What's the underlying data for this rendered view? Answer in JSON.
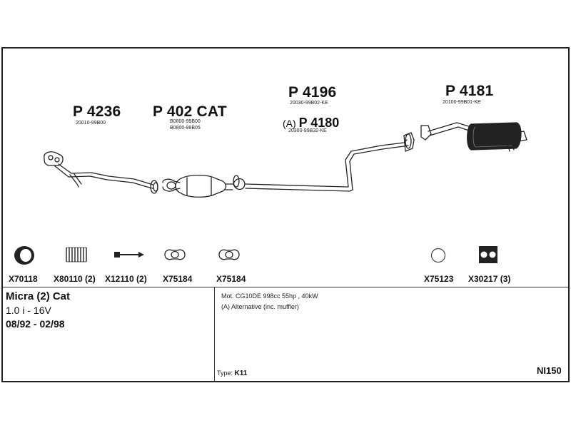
{
  "parts": [
    {
      "id": "P 4236",
      "oem": [
        "20010-99B00"
      ]
    },
    {
      "id": "P 402 CAT",
      "oem": [
        "B0800-99B00",
        "B0800-99B05"
      ]
    },
    {
      "id": "P 4196",
      "oem": [
        "20030-99B02-KE"
      ]
    },
    {
      "id": "P 4180",
      "prefix": "(A)",
      "oem": [
        "20300-99B32-KE"
      ]
    },
    {
      "id": "P 4181",
      "oem": [
        "20100-99B01-KE"
      ]
    }
  ],
  "accessories": [
    {
      "code": "X70118",
      "icon": "clamp-ring-icon"
    },
    {
      "code": "X80110 (2)",
      "icon": "spring-icon"
    },
    {
      "code": "X12110 (2)",
      "icon": "bolt-icon"
    },
    {
      "code": "X75184",
      "icon": "flange-gasket-icon"
    },
    {
      "code": "X75184",
      "icon": "flange-gasket-icon"
    },
    {
      "code": "X75123",
      "icon": "ring-gasket-icon"
    },
    {
      "code": "X30217 (3)",
      "icon": "rubber-hanger-icon"
    }
  ],
  "vehicle": {
    "model": "Micra (2) Cat",
    "engine": "1.0 i - 16V",
    "years": "08/92 - 02/98"
  },
  "notes": {
    "mot": "Mot. CG10DE 998cc 55hp , 40kW",
    "alternative": "(A) Alternative (inc. muffler)"
  },
  "type": {
    "label": "Type:",
    "value": "K11"
  },
  "code": "NI150"
}
